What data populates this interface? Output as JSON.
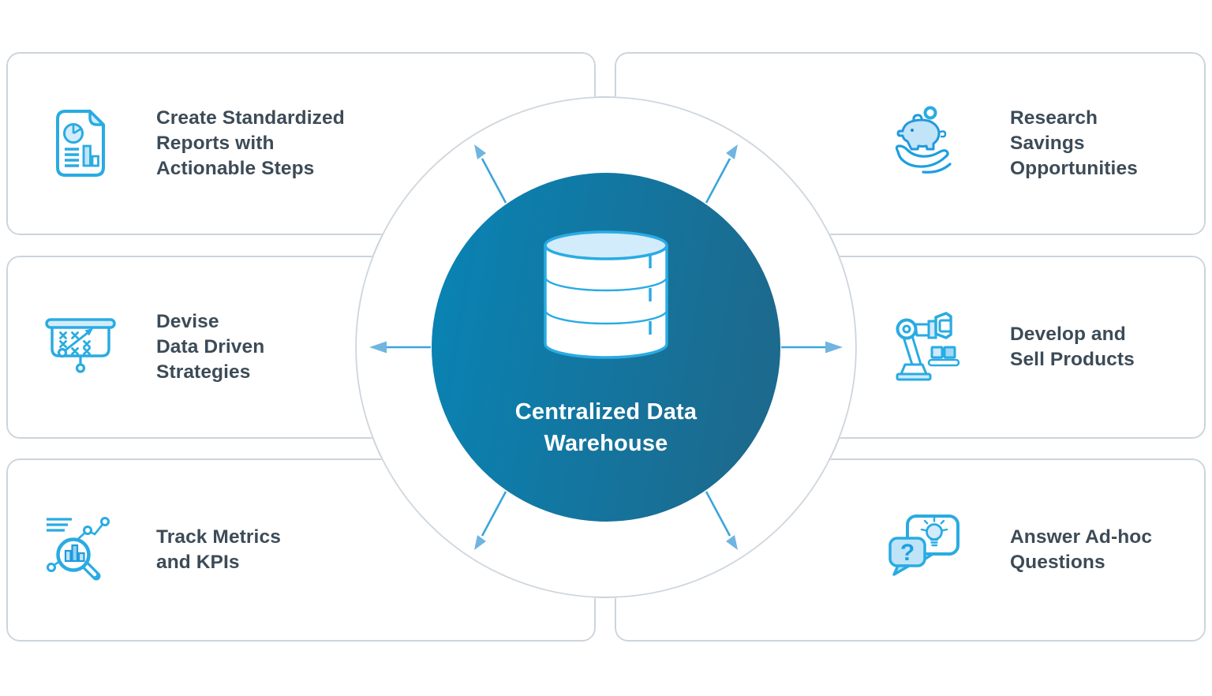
{
  "diagram_title": "Centralized Data Warehouse",
  "center": {
    "icon": "database-icon",
    "label_lines": [
      "Centralized Data",
      "Warehouse"
    ]
  },
  "cards": [
    {
      "name": "create-standardized-reports",
      "icon": "report-document-icon",
      "lines": [
        "Create Standardized",
        "Reports with",
        "Actionable Steps"
      ]
    },
    {
      "name": "research-savings-opportunities",
      "icon": "piggy-bank-in-hand-icon",
      "lines": [
        "Research",
        "Savings",
        "Opportunities"
      ]
    },
    {
      "name": "devise-data-driven-strategies",
      "icon": "strategy-board-icon",
      "lines": [
        "Devise",
        "Data Driven",
        "Strategies"
      ]
    },
    {
      "name": "develop-and-sell-products",
      "icon": "robot-arm-icon",
      "lines": [
        "Develop and",
        "Sell Products"
      ]
    },
    {
      "name": "track-metrics-and-kpis",
      "icon": "metrics-magnifier-icon",
      "lines": [
        "Track Metrics",
        "and KPIs"
      ]
    },
    {
      "name": "answer-ad-hoc-questions",
      "icon": "chat-bubbles-icon",
      "lines": [
        "Answer Ad-hoc",
        "Questions"
      ]
    }
  ],
  "glyphs": {
    "question_mark": "?"
  },
  "colors": {
    "icon_stroke": "#29abe2",
    "icon_fill_light": "#cfeafa",
    "card_border": "#ccd4dc",
    "card_text": "#3c4b57",
    "arrow_line": "#3ba4dc",
    "arrow_head": "#6fb5e0",
    "center_gradient_start": "#0a82b2",
    "center_gradient_end": "#1c6a8e",
    "center_text": "#ffffff",
    "background": "#ffffff"
  }
}
